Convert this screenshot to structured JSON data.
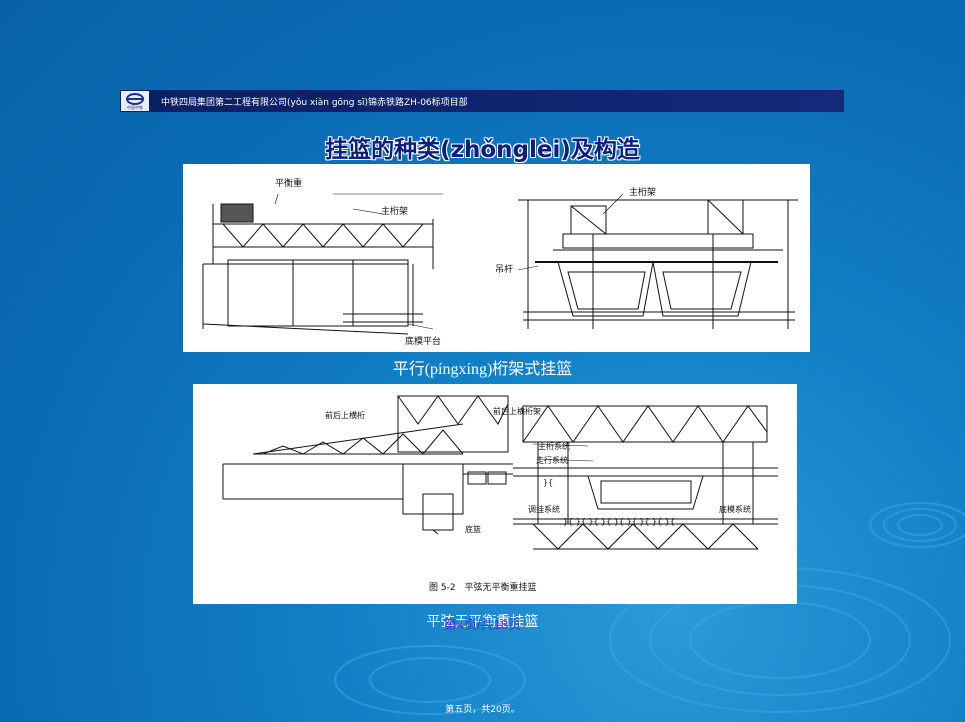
{
  "header": {
    "logo_text": "中国中铁",
    "text": "中铁四局集团第二工程有限公司(yǒu xiàn gōng sī)锦赤铁路ZH-06标项目部"
  },
  "title": "挂篮的种类(zhǒnglèi)及构造",
  "figure1": {
    "labels": {
      "balance_weight": "平衡重",
      "main_truss_left": "主桁架",
      "main_truss_right": "主桁架",
      "hanger": "吊杆",
      "bottom_platform": "底模平台"
    },
    "caption": "平行(píngxíng)桁架式挂篮"
  },
  "figure2": {
    "labels": {
      "front_rear_beam_left": "前后上横桁",
      "front_rear_beam_right": "前后上横桁架",
      "main_truss_system": "主桁系统",
      "walking_system": "走行系统",
      "hanger_system": "调挂系统",
      "bottom_form_system": "底模系统",
      "bottom_basket": "底篮",
      "fig_title": "图 5-2　平弦无平衡重挂篮"
    },
    "caption": "平弦无平衡重挂篮",
    "caption_overlay": "第4页/共18页"
  },
  "footer": "第五页，共20页。"
}
